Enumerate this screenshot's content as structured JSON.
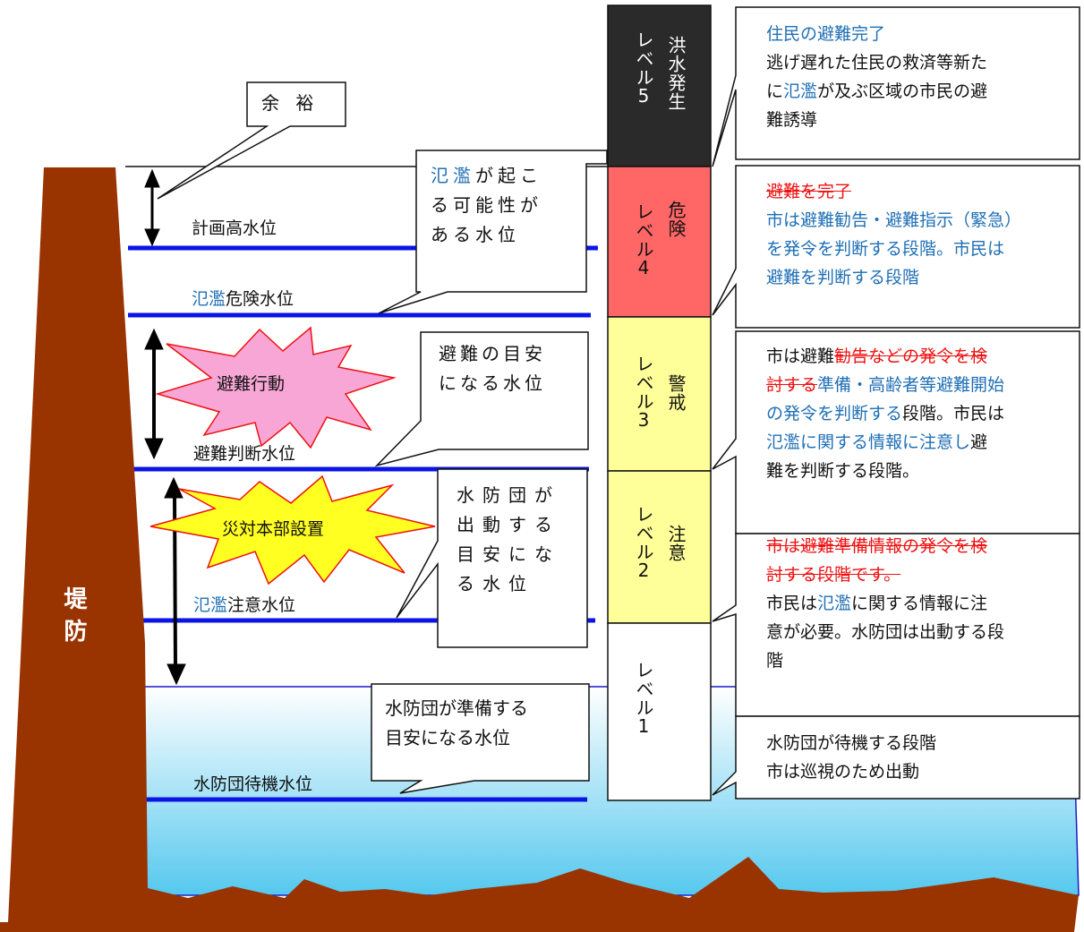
{
  "levels": {
    "l5": {
      "name": "洪水発生",
      "label": "レベル",
      "num": "5",
      "color": "#2a2a2a"
    },
    "l4": {
      "name": "危険",
      "label": "レベル",
      "num": "4",
      "color": "#ff6666"
    },
    "l3": {
      "name": "警戒",
      "label": "レベル",
      "num": "3",
      "color": "#ffff99"
    },
    "l2": {
      "name": "注意",
      "label": "レベル",
      "num": "2",
      "color": "#ffff99"
    },
    "l1": {
      "label": "レベル",
      "num": "1",
      "color": "#ffffff"
    }
  },
  "water_levels": {
    "keikaku": "計画高水位",
    "hanran_kiken_a": "氾濫",
    "hanran_kiken_b": "危険水位",
    "hinan_handan": "避難判断水位",
    "hanran_chui_a": "氾濫",
    "hanran_chui_b": "注意水位",
    "taiki": "水防団待機水位"
  },
  "callouts": {
    "yoyu": "余 裕",
    "hanran_possible": {
      "blue": "氾濫",
      "line1_rest": "が起こ",
      "line2": "る可能性が",
      "line3": "ある水位"
    },
    "hinan_meyasu": {
      "line1": "避難の目安",
      "line2": "になる水位"
    },
    "suibodan_shutsudo": {
      "line1": "水防団が",
      "line2": "出動する",
      "line3": "目安にな",
      "line4": "る水位"
    },
    "suibodan_junbi": {
      "line1": "水防団が準備する",
      "line2": "目安になる水位"
    }
  },
  "bursts": {
    "hinan_kodo": "避難行動",
    "saitai_honbu": "災対本部設置"
  },
  "bank": "堤防",
  "descriptions": {
    "l5": {
      "line1": "住民の避難完了",
      "line2": "逃げ遅れた住民の救済等新た",
      "line3_pre": "に",
      "line3_blue": "氾濫",
      "line3_post": "が及ぶ区域の市民の避",
      "line4": "難誘導"
    },
    "l4": {
      "struck": "避難を完了",
      "line2": "市は避難勧告・避難指示（緊急）",
      "line3": "を発令を判断する段階。市民は",
      "line4": "避難を判断する段階"
    },
    "l3": {
      "pre": "市は避難",
      "struck1": "勧告などの発令を検",
      "struck2": "討する",
      "blue1": "準備・高齢者等避難開始",
      "blue2": "の発令を判断する",
      "post1": "段階。市民は",
      "blue3": "氾濫に関する情報に注意し",
      "post2": "避",
      "line5": "難を判断する段階。"
    },
    "l2": {
      "struck1": "市は避難準備情報の発令を検",
      "struck2": "討する段階です。",
      "line3_pre": "市民は",
      "line3_blue": "氾濫",
      "line3_post": "に関する情報に注",
      "line4": "意が必要。水防団は出動する段",
      "line5": "階"
    },
    "l1": {
      "line1": "水防団が待機する段階",
      "line2": "市は巡視のため出動"
    }
  },
  "colors": {
    "bank": "#993300",
    "water_line": "#0a14e6",
    "water_top": "#ffffff",
    "water_bottom": "#55c8ee",
    "burst_pink": "#f7a6d6",
    "burst_yellow": "#ffff22",
    "strike_red": "#ee1111",
    "text_blue": "#1f6fb5"
  }
}
